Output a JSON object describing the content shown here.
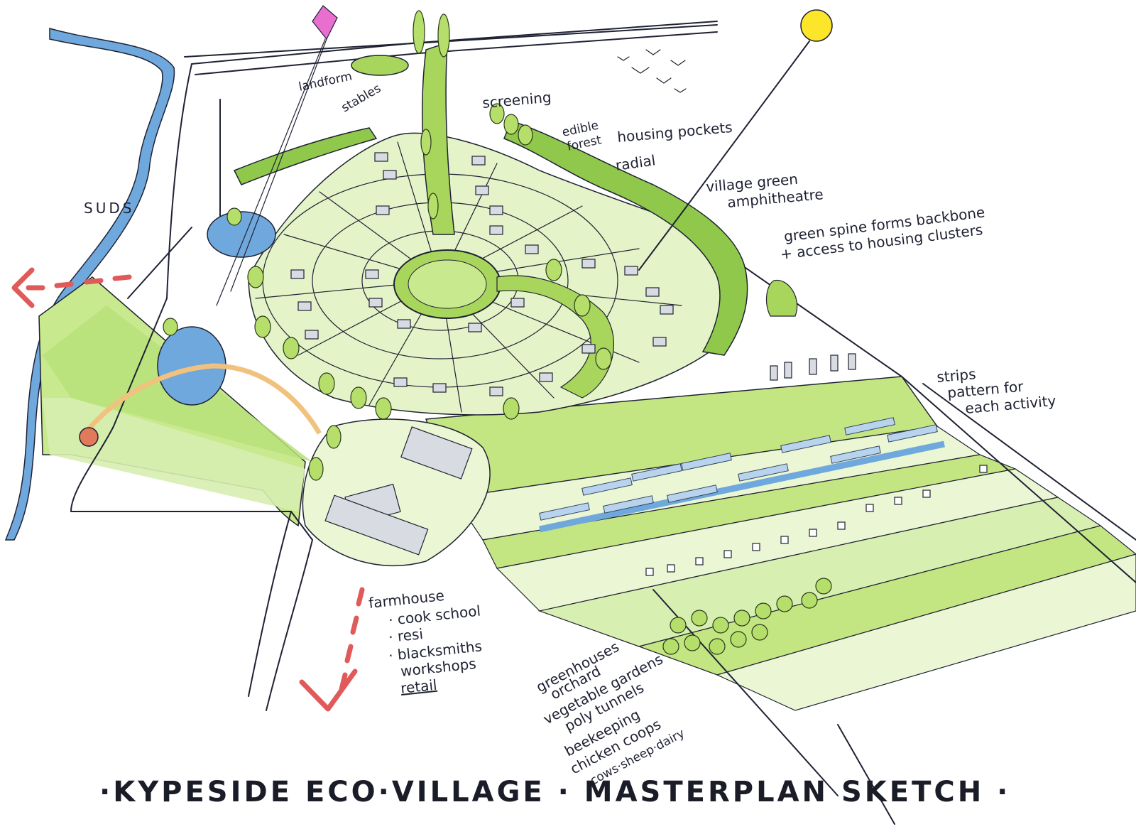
{
  "title": "·KYPESIDE ECO·VILLAGE · MASTERPLAN SKETCH ·",
  "labels": {
    "landform": "landform",
    "stables": "stables",
    "screening": "screening",
    "edible_forest_1": "edible",
    "edible_forest_2": "forest",
    "housing_pockets": "housing pockets",
    "radial": "radial",
    "village_green_1": "village green",
    "village_green_2": "amphitheatre",
    "green_spine_1": "green spine forms backbone",
    "green_spine_2": "+ access to housing clusters",
    "suds": "SUDS",
    "strips_1": "strips",
    "strips_2": "pattern for",
    "strips_3": "each activity"
  },
  "farmhouse_list": [
    "farmhouse",
    "· cook school",
    "· resi",
    "· blacksmiths",
    "workshops",
    "retail"
  ],
  "activities_list": [
    "greenhouses",
    "orchard",
    "vegetable gardens",
    "poly tunnels",
    "beekeeping",
    "chicken coops",
    "cows·sheep·dairy"
  ],
  "colors": {
    "lawn_light": "#e4f3c8",
    "lawn_mid": "#c9e98f",
    "lawn_dark": "#a8d65c",
    "water": "#6fa8dc",
    "arrow": "#e05a5a",
    "sun": "#fde52a",
    "kite": "#e86fd0"
  }
}
